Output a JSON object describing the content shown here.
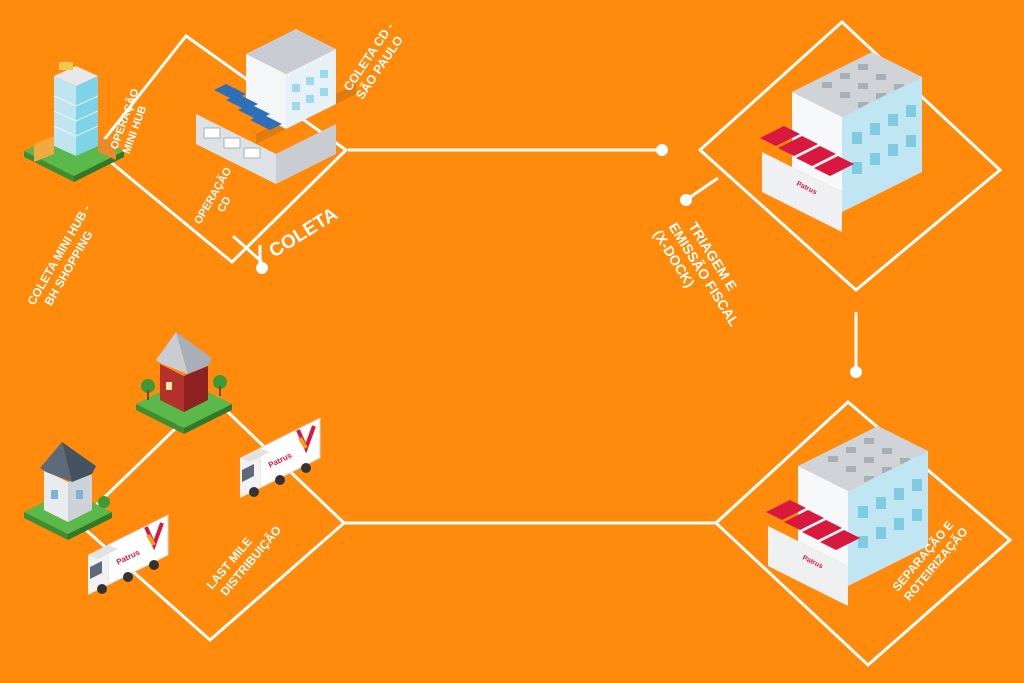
{
  "colors": {
    "background": "#FF8A0C",
    "line": "#FFFFFF",
    "awning_red": "#D9183F",
    "roof_gray": "#C9CDD3",
    "glass_blue": "#7FD3E8",
    "grass_green": "#5BB84A"
  },
  "labels": {
    "coleta_cd_line1": "COLETA CD -",
    "coleta_cd_line2": "SÃO PAULO",
    "operacao_mini_hub_line1": "OPERAÇÃO",
    "operacao_mini_hub_line2": "MINI HUB",
    "operacao_cd_line1": "OPERAÇÃO",
    "operacao_cd_line2": "CD",
    "coleta": "COLETA",
    "coleta_mini_hub_line1": "COLETA MINI HUB -",
    "coleta_mini_hub_line2": "BH SHOPPING",
    "triagem_line1": "TRIAGEM E",
    "triagem_line2": "EMISSÃO FISCAL",
    "triagem_line3": "(X-DOCK)",
    "separacao_line1": "SEPARAÇÃO E",
    "separacao_line2": "ROTEIRIZAÇÃO",
    "last_mile_line1": "LAST MILE",
    "last_mile_line2": "DISTRIBUIÇÃO"
  },
  "icons": {
    "mini_hub": "shopping-mall-building-icon",
    "cd_sao_paulo": "distribution-center-icon",
    "xdock": "warehouse-icon",
    "routing": "warehouse-icon",
    "house_red": "house-icon",
    "house_white": "house-icon",
    "truck_1": "delivery-truck-icon",
    "truck_2": "delivery-truck-icon"
  },
  "brand": {
    "truck_logo": "Patrus",
    "warehouse_logo": "Patrus"
  }
}
